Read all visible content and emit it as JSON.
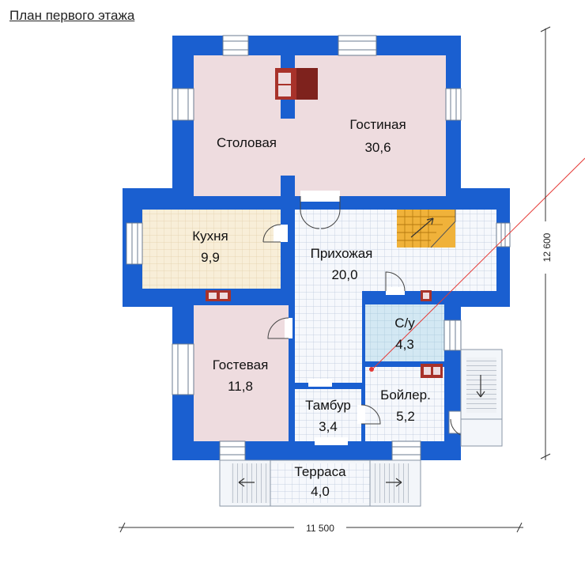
{
  "plan_title": "План первого этажа",
  "rooms": {
    "dining": {
      "name": "Столовая"
    },
    "living": {
      "name": "Гостиная",
      "area": "30,6"
    },
    "kitchen": {
      "name": "Кухня",
      "area": "9,9"
    },
    "hall": {
      "name": "Прихожая",
      "area": "20,0"
    },
    "bath": {
      "name": "С/у",
      "area": "4,3"
    },
    "guest": {
      "name": "Гостевая",
      "area": "11,8"
    },
    "vestibule": {
      "name": "Тамбур",
      "area": "3,4"
    },
    "boiler": {
      "name": "Бойлер.",
      "area": "5,2"
    },
    "terrace": {
      "name": "Терраса",
      "area": "4,0"
    }
  },
  "dimensions": {
    "width": "11 500",
    "height": "12 600"
  },
  "colors": {
    "wall": "#1a5fd0",
    "room_pink": "#eedcdf",
    "kitchen_fill": "#f7ecd2",
    "tile_fill": "#f4f7fb",
    "bath_fill": "#cfe6f2",
    "stair_fill": "#f0b23a",
    "hearth": "#a8322a"
  }
}
